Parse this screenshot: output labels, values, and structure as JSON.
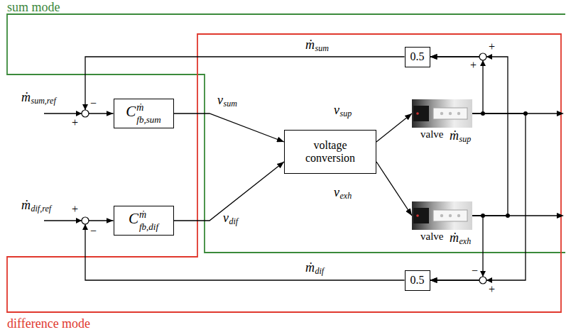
{
  "diagram": {
    "nodes": [
      {
        "text": [
          "0.5"
        ]
      },
      {
        "text": [
          "C",
          "ṁ",
          "fb,sum"
        ]
      },
      {
        "text": [
          "voltage conversion"
        ]
      },
      {
        "text": [
          "valve"
        ]
      },
      {
        "text": [
          "C",
          "ṁ",
          "fb,dif"
        ]
      },
      {
        "text": [
          "valve"
        ]
      },
      {
        "text": [
          "0.5"
        ]
      }
    ],
    "edges": [
      {
        "from": 0,
        "to": 1,
        "arrow": "to"
      },
      {
        "from": 1,
        "to": 2,
        "arrow": "to"
      },
      {
        "from": 4,
        "to": 2,
        "arrow": "to"
      },
      {
        "from": 2,
        "to": 3,
        "arrow": "to"
      },
      {
        "from": 2,
        "to": 5,
        "arrow": "to"
      },
      {
        "from": 3,
        "to": 0,
        "arrow": "to"
      },
      {
        "from": 5,
        "to": 0,
        "arrow": "to"
      },
      {
        "from": 5,
        "to": 6,
        "arrow": "to"
      },
      {
        "from": 3,
        "to": 6,
        "arrow": "to"
      },
      {
        "from": 6,
        "to": 4,
        "arrow": "to"
      }
    ],
    "labels": [
      "sum mode",
      "difference mode",
      "ṁ",
      "sum",
      "ṁ",
      "sum,ref",
      "−",
      "+",
      "ṁ",
      "dif,ref",
      "+",
      "−",
      "v",
      "sum",
      "v",
      "dif",
      "v",
      "sup",
      "v",
      "exh",
      "ṁ",
      "sup",
      "ṁ",
      "exh",
      "+",
      "+",
      "−",
      "+",
      "ṁ",
      "dif"
    ]
  }
}
